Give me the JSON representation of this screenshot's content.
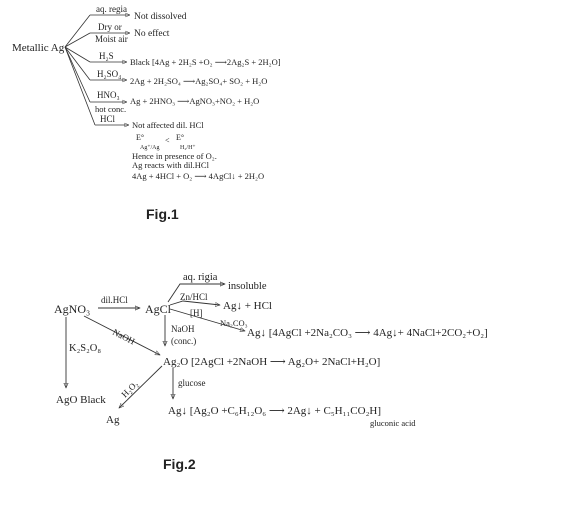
{
  "fig1": {
    "caption": "Fig.1",
    "root": "Metallic Ag",
    "branches": [
      {
        "reagent": "aq. regia",
        "product": "Not dissolved"
      },
      {
        "reagent": "Dry or",
        "reagent2": "Moist air",
        "product": "No effect"
      },
      {
        "reagent": "H₂S",
        "product": "Black [4Ag + 2H₂S +O₂ ⟶2Ag₂S + 2H₂O]"
      },
      {
        "reagent": "H₂SO₄",
        "product": "2Ag + 2H₂SO₄ ⟶Ag₂SO₄+ SO₂ + H₂O"
      },
      {
        "reagent": "HNO₃",
        "reagent2": "hot conc.",
        "product": "Ag + 2HNO₃ ⟶AgNO₃+NO₂ + H₂O"
      },
      {
        "reagent": "HCl",
        "product": "Not affected dil. HCl"
      }
    ],
    "notes": {
      "e1": "E°",
      "e1sub": "Ag⁺/Ag",
      "lt": "<",
      "e2": "E°",
      "e2sub": "H₂/H⁺",
      "line1": "Hence in presence of O₂.",
      "line2": "Ag reacts with dil.HCl",
      "line3": "4Ag + 4HCl + O₂ ⟶ 4AgCl↓ + 2H₂O"
    }
  },
  "fig2": {
    "caption": "Fig.2",
    "agno3": "AgNO₃",
    "dil_hcl": "dil.HCl",
    "agcl": "AgCl",
    "aq_rigia": "aq. rigia",
    "insoluble": "insoluble",
    "zn_hcl": "Zn/HCl",
    "h_label": "[H]",
    "zn_product": "Ag↓ + HCl",
    "na2co3": "Na₂CO₃",
    "na2co3_eq": "Ag↓ [4AgCl +2Na₂CO₃ ⟶ 4Ag↓+ 4NaCl+2CO₂+O₂]",
    "naoh_conc1": "NaOH",
    "naoh_conc2": "(conc.)",
    "naoh_diag": "NaOH",
    "k2s2o8": "K₂S₂O₈",
    "ag2o_eq": "Ag₂O [2AgCl +2NaOH ⟶ Ag₂O+ 2NaCl+H₂O]",
    "ago_black": "AgO Black",
    "h2o2": "H₂O₂",
    "ag_bottom": "Ag",
    "glucose": "glucose",
    "glucose_eq": "Ag↓ [Ag₂O +C₆H₁₂O₆ ⟶ 2Ag↓ + C₅H₁₁CO₂H]",
    "gluconic": "gluconic acid"
  }
}
